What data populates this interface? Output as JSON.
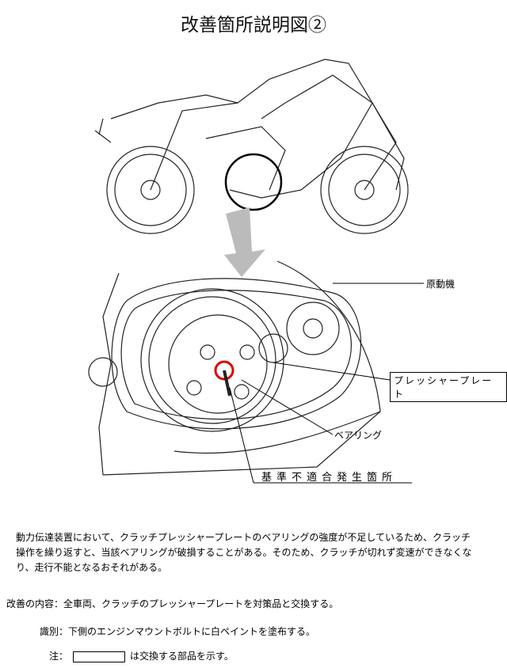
{
  "title": "改善箇所説明図②",
  "labels": {
    "engine": "原動機",
    "pressure_plate": "プレッシャープレート",
    "bearing": "ベアリング",
    "nonconformity_site": "基準不適合発生箇所"
  },
  "description": "動力伝達装置において、クラッチプレッシャープレートのベアリングの強度が不足しているため、クラッチ操作を繰り返すと、当該ベアリングが破損することがある。そのため、クラッチが切れず変速ができなくなり、走行不能となるおそれがある。",
  "remedy": "改善の内容：全車両、クラッチのプレッシャープレートを対策品と交換する。",
  "identification": "識別：下側のエンジンマウントボルトに白ペイントを塗布する。",
  "note_prefix": "注：",
  "note_suffix": "は交換する部品を示す。"
}
